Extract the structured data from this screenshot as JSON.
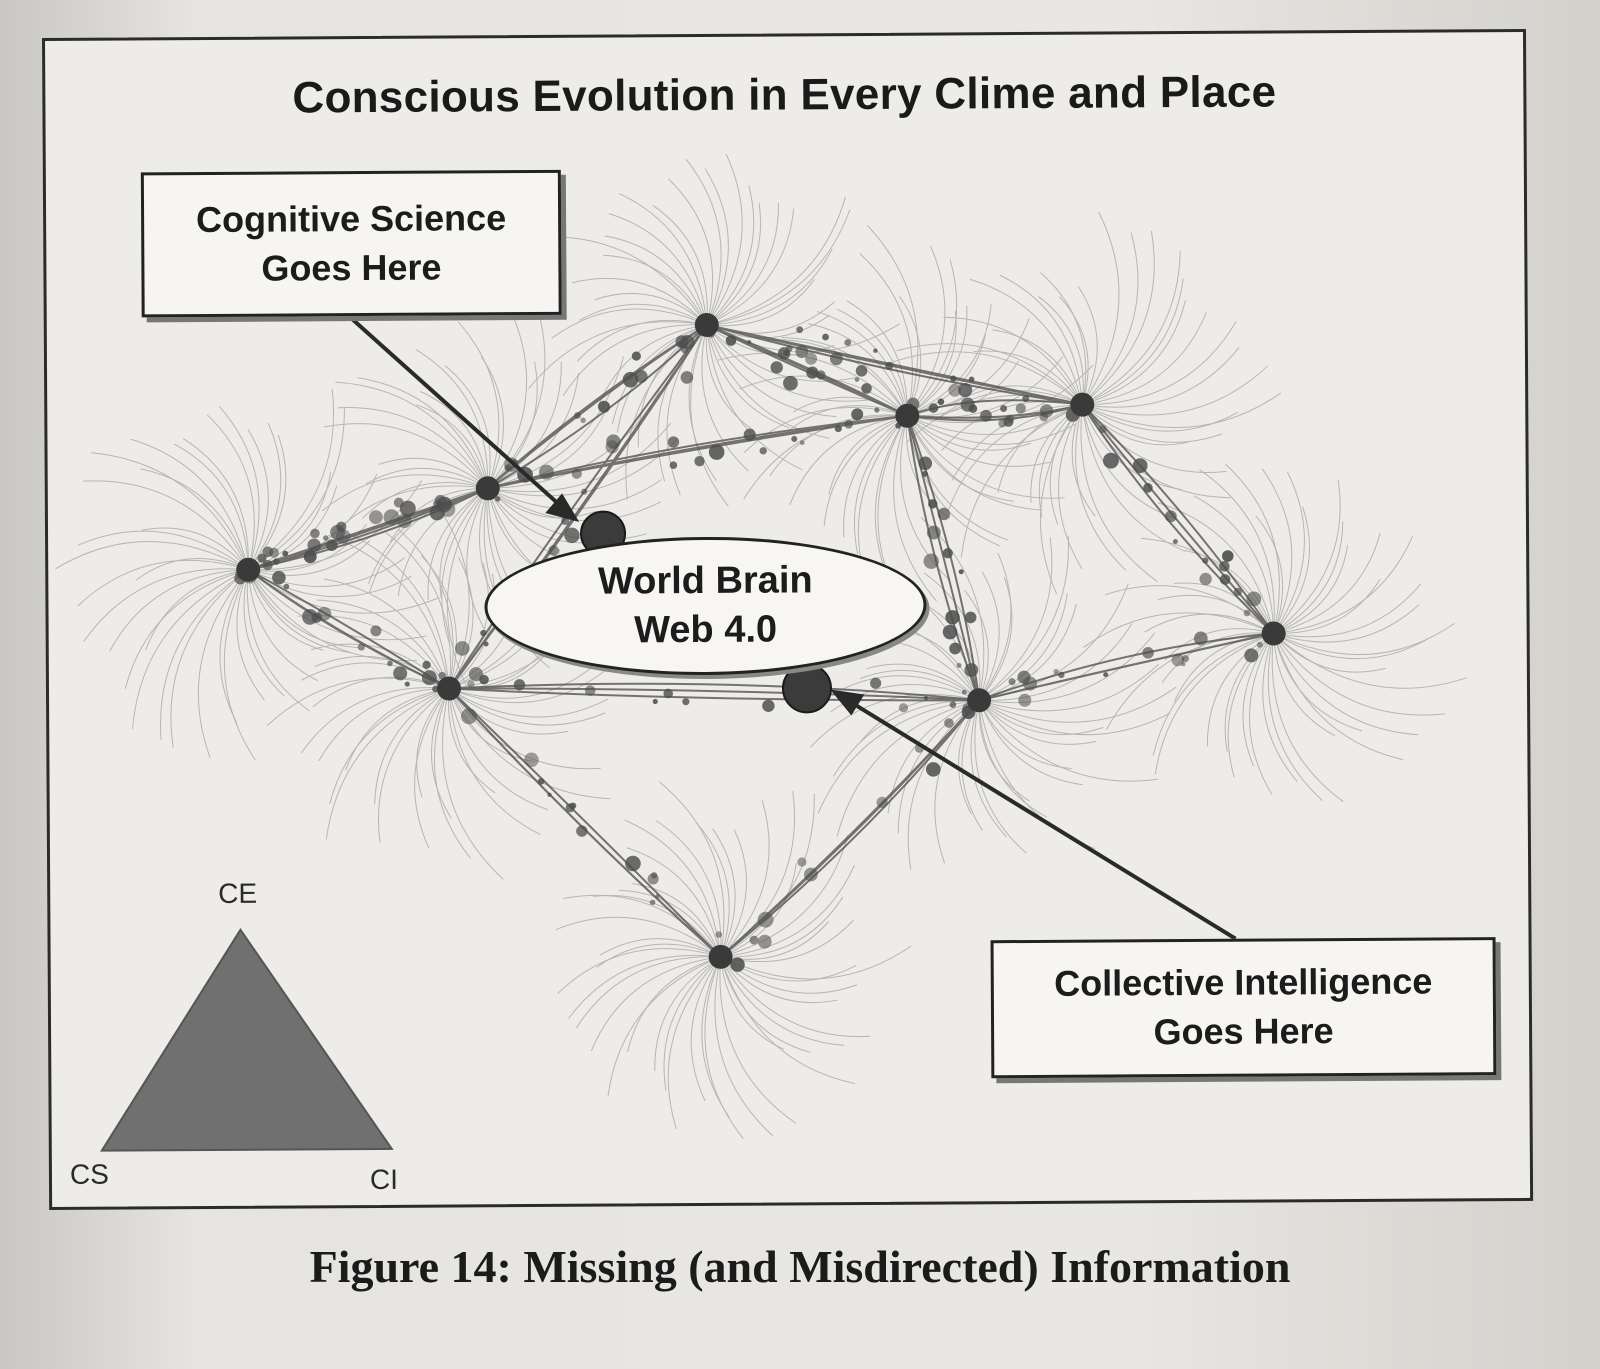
{
  "figure": {
    "title": "Conscious Evolution in Every Clime and Place",
    "caption": "Figure 14: Missing (and Misdirected) Information"
  },
  "callouts": {
    "cognitive_science": {
      "line1": "Cognitive Science",
      "line2": "Goes Here"
    },
    "collective_intelligence": {
      "line1": "Collective Intelligence",
      "line2": "Goes Here"
    }
  },
  "hub": {
    "line1": "World Brain",
    "line2": "Web 4.0"
  },
  "triangle": {
    "top": "CE",
    "left": "CS",
    "right": "CI"
  },
  "colors": {
    "ink": "#222222",
    "network": "#555555",
    "triangle_fill": "#707070",
    "paper": "#eeece8"
  }
}
